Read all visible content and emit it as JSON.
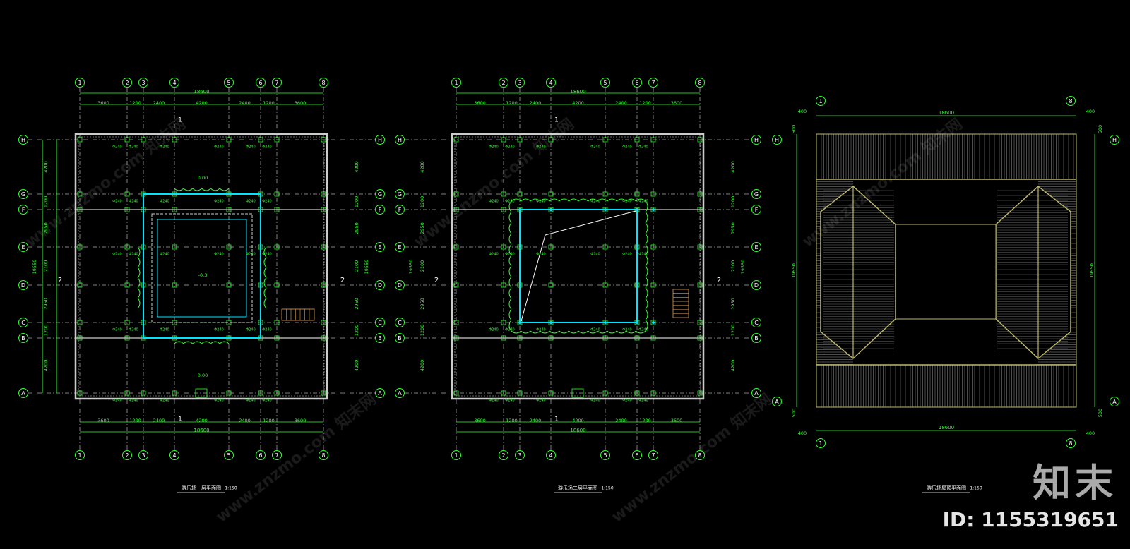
{
  "colors": {
    "grid": "#ffffff",
    "dim": "#33ff33",
    "bubble": "#33ff33",
    "wall": "#cccccc",
    "cyan": "#00e5ff",
    "green_shrub": "#33ff33",
    "roof": "#bdb76b"
  },
  "plans": [
    {
      "cols": [
        "1",
        "2",
        "3",
        "4",
        "5",
        "6",
        "7",
        "8"
      ],
      "rows": [
        "H",
        "G",
        "F",
        "E",
        "D",
        "C",
        "B",
        "A"
      ],
      "top_dims": [
        "3600",
        "1200",
        "2400",
        "4200",
        "2400",
        "1200",
        "3600"
      ],
      "total_w": "18600",
      "left_dims": [
        "4200",
        "1200",
        "2950",
        "2100",
        "2950",
        "1200",
        "4200"
      ],
      "total_h": "19550",
      "section_mark": "1",
      "section_mark_side": "2",
      "level_labels": [
        "0.00",
        "-0.3",
        "0.00"
      ],
      "title": "游乐场一层平面图",
      "scale": "1:150"
    },
    {
      "cols": [
        "1",
        "2",
        "3",
        "4",
        "5",
        "6",
        "7",
        "8"
      ],
      "rows": [
        "H",
        "G",
        "F",
        "E",
        "D",
        "C",
        "B",
        "A"
      ],
      "top_dims": [
        "3600",
        "1200",
        "2400",
        "4200",
        "2400",
        "1200",
        "3600"
      ],
      "total_w": "18600",
      "left_dims": [
        "4200",
        "1200",
        "2950",
        "2100",
        "2950",
        "1200",
        "4200"
      ],
      "total_h": "19550",
      "section_mark": "1",
      "section_mark_side": "2",
      "title": "游乐场二层平面图",
      "scale": "1:150"
    },
    {
      "cols": [
        "1",
        "8"
      ],
      "rows": [
        "H",
        "A"
      ],
      "top_dims": [
        "400",
        "18600",
        "400"
      ],
      "total_w": "18600",
      "left_dims": [
        "500",
        "19550",
        "500"
      ],
      "total_h": "19550",
      "title": "游乐场屋顶平面图",
      "scale": "1:150"
    }
  ],
  "brand": {
    "logo_text": "知末",
    "id_text": "ID: 1155319651",
    "watermark": "www.znzmo.com 知末网"
  }
}
